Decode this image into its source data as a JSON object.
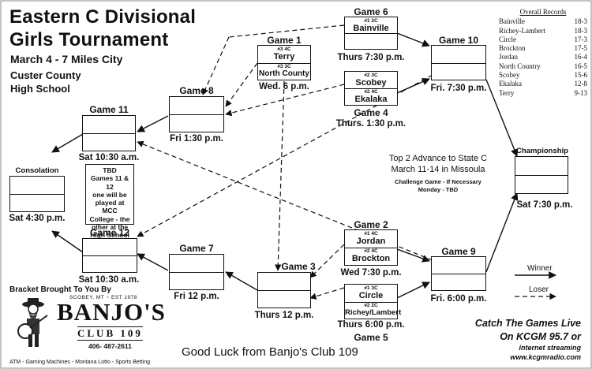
{
  "header": {
    "title_line1": "Eastern C Divisional",
    "title_line2": "Girls Tournament",
    "dates": "March 4 - 7  Miles City",
    "venue_line1": "Custer County",
    "venue_line2": "High School"
  },
  "records": {
    "header": "Overall Records",
    "rows": [
      {
        "team": "Bainville",
        "record": "18-3"
      },
      {
        "team": "Richey-Lambert",
        "record": "18-3"
      },
      {
        "team": "Circle",
        "record": "17-3"
      },
      {
        "team": "Brockton",
        "record": "17-5"
      },
      {
        "team": "Jordan",
        "record": "16-4"
      },
      {
        "team": "North Country",
        "record": "16-5"
      },
      {
        "team": "Scobey",
        "record": "15-6"
      },
      {
        "team": "Ekalaka",
        "record": "12-8"
      },
      {
        "team": "Terry",
        "record": "9-13"
      }
    ]
  },
  "games": {
    "game1": {
      "label": "Game 1",
      "time": "Wed. 6 p.m.",
      "top_seed": "#3 4C",
      "top_team": "Terry",
      "bottom_seed": "#3 3C",
      "bottom_team": "North County"
    },
    "game2": {
      "label": "Game 2",
      "time": "Wed 7:30 p.m.",
      "top_seed": "#1 4C",
      "top_team": "Jordan",
      "bottom_seed": "#2 4C",
      "bottom_team": "Brockton"
    },
    "game3": {
      "label": "Game 3",
      "time": "Thurs 12 p.m."
    },
    "game4": {
      "label": "Game 4",
      "time": "Thurs. 1:30 p.m.",
      "top_seed": "#2 3C",
      "top_team": "Scobey",
      "bottom_seed": "#2 4C",
      "bottom_team": "Ekalaka"
    },
    "game5": {
      "label": "Game 5",
      "time": "Thurs 6:00 p.m.",
      "top_seed": "#1 3C",
      "top_team": "Circle",
      "bottom_seed": "#2 2C",
      "bottom_team": "Richey/Lambert"
    },
    "game6": {
      "label": "Game 6",
      "time": "Thurs 7:30 p.m.",
      "top_seed": "#1 2C",
      "top_team": "Bainville"
    },
    "game7": {
      "label": "Game 7",
      "time": "Fri 12 p.m."
    },
    "game8": {
      "label": "Game 8",
      "time": "Fri 1:30 p.m."
    },
    "game9": {
      "label": "Game 9",
      "time": "Fri. 6:00 p.m."
    },
    "game10": {
      "label": "Game 10",
      "time": "Fri. 7:30 p.m."
    },
    "game11": {
      "label": "Game 11",
      "time": "Sat 10:30 a.m."
    },
    "game12": {
      "label": "Game 12",
      "time": "Sat 10:30 a.m."
    },
    "consolation": {
      "label": "Consolation",
      "time": "Sat 4:30 p.m."
    },
    "championship": {
      "label": "Championship",
      "time": "Sat 7:30 p.m."
    }
  },
  "tbd_note": {
    "line1": "TBD",
    "line2": "Games 11 & 12",
    "line3": "one will be",
    "line4": "played at MCC",
    "line5": "College - the",
    "line6": "other at the",
    "line7": "High School"
  },
  "state_note": {
    "line1": "Top 2 Advance to State C",
    "line2": "March 11-14 in Missoula",
    "line3": "Challenge Game - If Necessary",
    "line4": "Monday - TBD"
  },
  "legend": {
    "winner": "Winner",
    "loser": "Loser"
  },
  "sponsor": {
    "brought_by": "Bracket Brought To You By",
    "city": "SCOBEY, MT  ~  EST 1978",
    "name": "BANJO'S",
    "club": "CLUB 109",
    "phone": "406- 487-2611",
    "services": "ATM - Gaming Machines - Montana Lotto - Sports Betting",
    "good_luck": "Good Luck from Banjo's Club 109"
  },
  "broadcast": {
    "line1": "Catch The Games Live",
    "line2": "On KCGM 95.7 or",
    "line3": "internet streaming",
    "line4": "www.kcgmradio.com"
  },
  "colors": {
    "ink": "#111111",
    "background": "#ffffff"
  }
}
